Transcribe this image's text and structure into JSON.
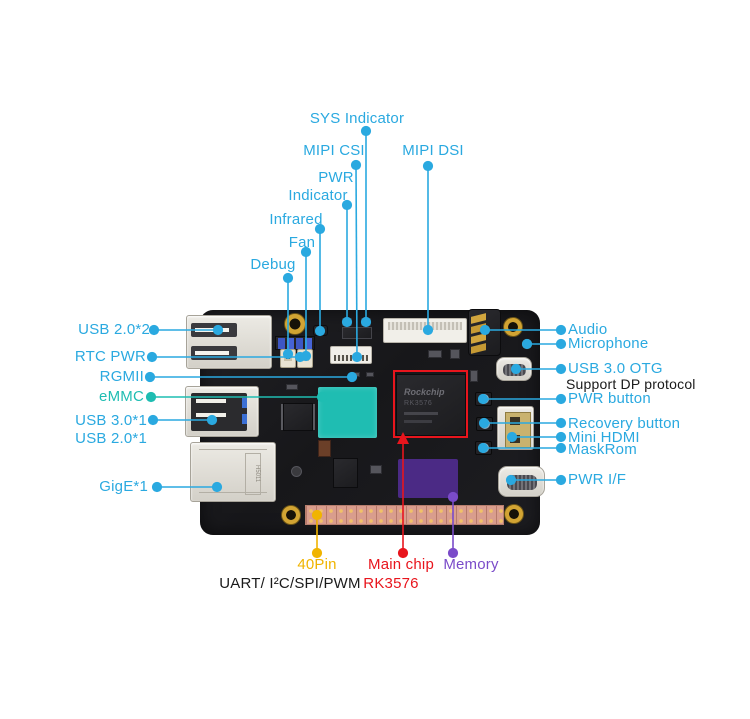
{
  "colors": {
    "blue": "#2aa9e0",
    "teal": "#1fbdb2",
    "yellow": "#f0b400",
    "red": "#e8151d",
    "purple": "#7a4bc9",
    "dark_text": "#1a1a1a"
  },
  "labels": {
    "sys_indicator": "SYS Indicator",
    "mipi_csi": "MIPI CSI",
    "mipi_dsi": "MIPI DSI",
    "pwr_indicator_line1": "PWR",
    "pwr_indicator_line2": "Indicator",
    "infrared": "Infrared",
    "fan": "Fan",
    "debug": "Debug",
    "usb20x2": "USB 2.0*2",
    "rtc_pwr": "RTC PWR",
    "rgmii": "RGMII",
    "emmc": "eMMC",
    "usb30x1": "USB 3.0*1",
    "usb20x1": "USB 2.0*1",
    "gige": "GigE*1",
    "audio": "Audio",
    "microphone": "Microphone",
    "usb30_otg": "USB 3.0 OTG",
    "dp_note": "Support DP protocol",
    "pwr_button": "PWR button",
    "recovery_button": "Recovery button",
    "mini_hdmi": "Mini HDMI",
    "maskrom": "MaskRom",
    "pwr_if": "PWR I/F",
    "pin40": "40Pin",
    "uart_note": "UART/ I²C/SPI/PWM",
    "main_chip": "Main chip",
    "main_chip_model": "RK3576",
    "memory": "Memory"
  },
  "board": {
    "chip_brand": "Rockchip",
    "chip_model": "RK3576"
  }
}
